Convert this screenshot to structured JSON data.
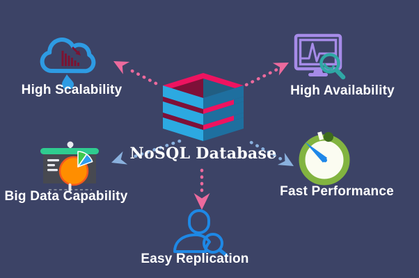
{
  "center": {
    "label": "NoSQL Database",
    "icon": "database-stack-icon"
  },
  "features": [
    {
      "id": "high-scalability",
      "label": "High Scalability",
      "icon": "cloud-decline-chart-icon",
      "position": "top-left",
      "arrow_color": "#ec6a9d"
    },
    {
      "id": "high-availability",
      "label": "High Availability",
      "icon": "monitor-pulse-magnifier-icon",
      "position": "top-right",
      "arrow_color": "#ec6a9d"
    },
    {
      "id": "big-data-capability",
      "label": "Big Data Capability",
      "icon": "presentation-pie-chart-icon",
      "position": "middle-left",
      "arrow_color": "#8ab1de"
    },
    {
      "id": "fast-performance",
      "label": "Fast Performance",
      "icon": "stopwatch-icon",
      "position": "middle-right",
      "arrow_color": "#8ab1de"
    },
    {
      "id": "easy-replication",
      "label": "Easy Replication",
      "icon": "person-magnifier-icon",
      "position": "bottom-center",
      "arrow_color": "#ec6a9d"
    }
  ],
  "colors": {
    "bg": "#3c4366",
    "text": "#ffffff",
    "arrow-pink": "#ec6a9d",
    "arrow-blue": "#8ab1de",
    "cloud-blue": "#2e9be3",
    "chart-maroon": "#7b1332",
    "monitor-purple": "#a68be8",
    "magnifier-teal": "#2fa8a5",
    "db-pink": "#ee1360",
    "db-maroon": "#7e1038",
    "db-inner-dark": "#215e82",
    "db-light-blue": "#2ca9e1",
    "db-dark-blue": "#1e6f9f",
    "board-green": "#2fcc8f",
    "board-gray": "#474951",
    "white-detail": "#e8eaf0",
    "pie-orange": "#ff8e00",
    "pie-ring": "#f4581e",
    "wedge-green": "#3fc84e",
    "wedge-blue": "#2d9cf0",
    "watch-ring": "#82b440",
    "watch-face": "#fbfcf1",
    "watch-knob": "#3e6b1d",
    "needle-blue": "#1f87e8",
    "person-blue": "#1e88e5"
  }
}
